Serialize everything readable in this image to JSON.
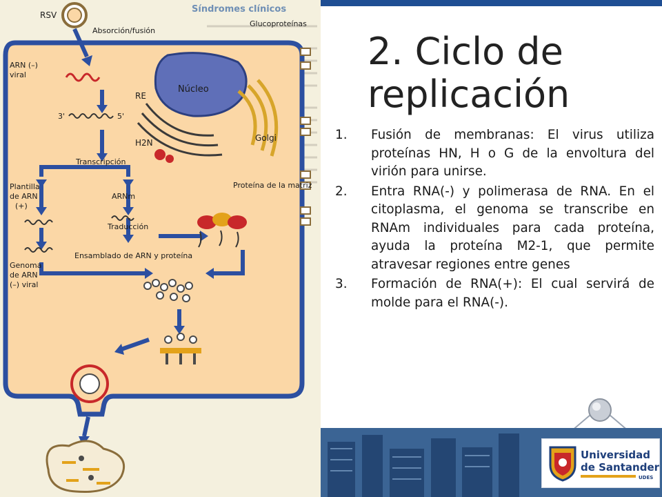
{
  "slide": {
    "title": "2. Ciclo de replicación",
    "items": [
      {
        "num": "1.",
        "text": "Fusión de membranas: El virus utiliza proteínas  HN, H o G de la envoltura del virión para unirse."
      },
      {
        "num": "2.",
        "text": "Entra RNA(-) y polimerasa de RNA. En el citoplasma, el genoma se transcribe en RNAm individuales para cada proteína, ayuda la proteína M2-1, que permite atravesar regiones entre genes"
      },
      {
        "num": "3.",
        "text": "Formación de RNA(+): El cual servirá de molde para el RNA(-)."
      }
    ]
  },
  "diagram": {
    "labels": {
      "rsv": "RSV",
      "absorcion": "Absorción/fusión",
      "glucoproteinas": "Glucoproteínas",
      "arn_viral_1": "ARN (–)",
      "arn_viral_2": "viral",
      "re": "RE",
      "nucleo": "Núcleo",
      "golgi": "Golgi",
      "h2n": "H2N",
      "three": "3'",
      "five": "5'",
      "transcripcion": "Transcripción",
      "proteina_matriz": "Proteína de la matriz",
      "plantilla_1": "Plantilla",
      "plantilla_2": "de ARN",
      "plantilla_3": "(+)",
      "arnm": "ARNm",
      "traduccion": "Traducción",
      "ensamblado": "Ensamblado de ARN y proteína",
      "genoma_1": "Genoma",
      "genoma_2": "de ARN",
      "genoma_3": "(–) viral",
      "header_fragment": "Síndromes clínicos"
    }
  },
  "footer": {
    "logo_line1": "Universidad",
    "logo_line2": "de Santander",
    "logo_tag": "UDES"
  },
  "colors": {
    "accent_blue": "#1f4e93",
    "cell_blue": "#2c4fa0",
    "cell_fill": "#fbd7a6",
    "nucleus": "#5f6fb8",
    "logo_gold": "#e3a21a"
  }
}
